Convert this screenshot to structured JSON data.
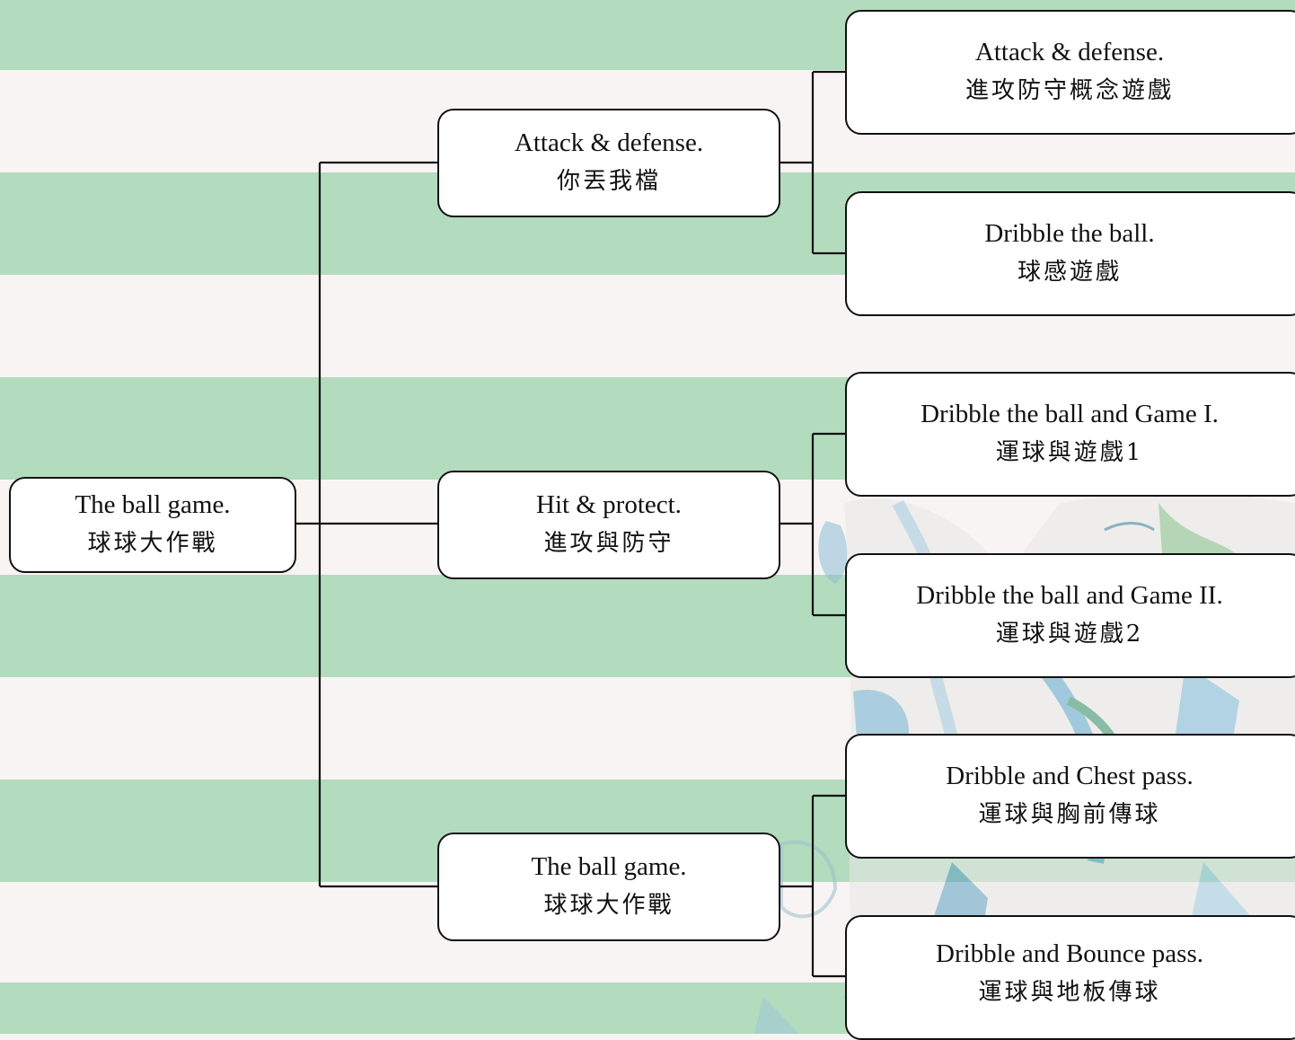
{
  "colors": {
    "stripe_green": "#b3dbbd",
    "stripe_light": "#f8f4f3",
    "node_fill": "#ffffff",
    "node_border": "#111111",
    "line": "#111111"
  },
  "root": {
    "en": "The ball game.",
    "zh": "球球大作戰"
  },
  "branches": [
    {
      "en": "Attack & defense.",
      "zh": "你丟我檔",
      "children": [
        {
          "en": "Attack & defense.",
          "zh": "進攻防守概念遊戲"
        },
        {
          "en": "Dribble the ball.",
          "zh": "球感遊戲"
        }
      ]
    },
    {
      "en": "Hit & protect.",
      "zh": "進攻與防守",
      "children": [
        {
          "en": "Dribble the ball and Game I.",
          "zh": "運球與遊戲1"
        },
        {
          "en": "Dribble the ball and Game II.",
          "zh": "運球與遊戲2"
        }
      ]
    },
    {
      "en": "The ball game.",
      "zh": "球球大作戰",
      "children": [
        {
          "en": "Dribble and Chest pass.",
          "zh": "運球與胸前傳球"
        },
        {
          "en": "Dribble and Bounce pass.",
          "zh": "運球與地板傳球"
        }
      ]
    }
  ]
}
